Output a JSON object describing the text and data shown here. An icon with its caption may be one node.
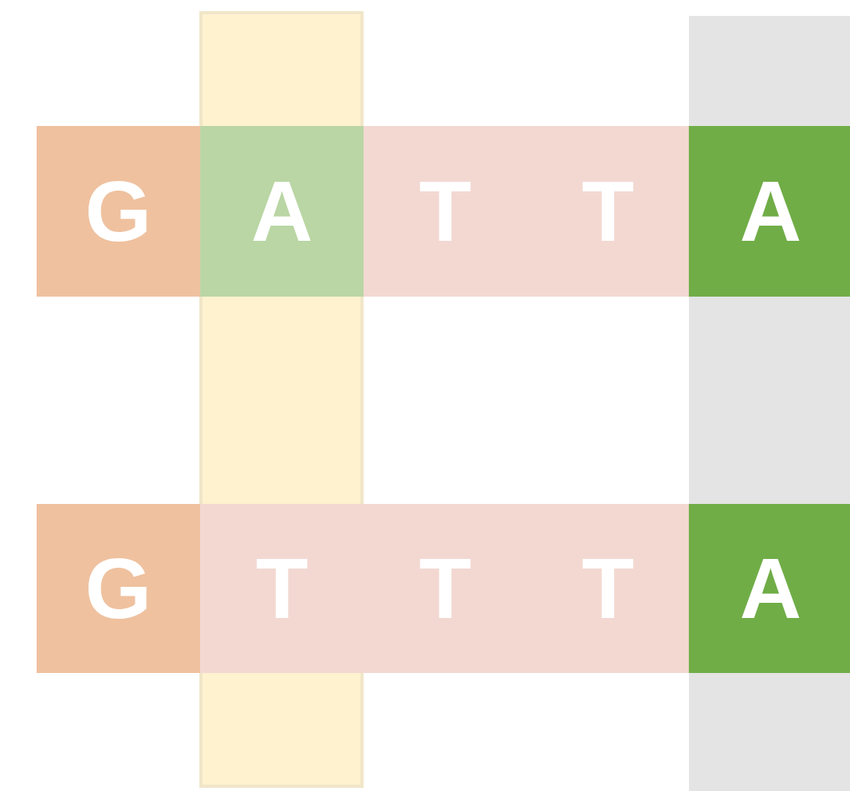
{
  "diagram": {
    "nodes": [
      {
        "text": [
          "G"
        ]
      },
      {
        "text": [
          "A"
        ]
      },
      {
        "text": [
          "T"
        ]
      },
      {
        "text": [
          "T"
        ]
      },
      {
        "text": [
          "A"
        ]
      },
      {
        "text": [
          "G"
        ]
      },
      {
        "text": [
          "T"
        ]
      },
      {
        "text": [
          "T"
        ]
      },
      {
        "text": [
          "T"
        ]
      },
      {
        "text": [
          "A"
        ]
      }
    ]
  }
}
